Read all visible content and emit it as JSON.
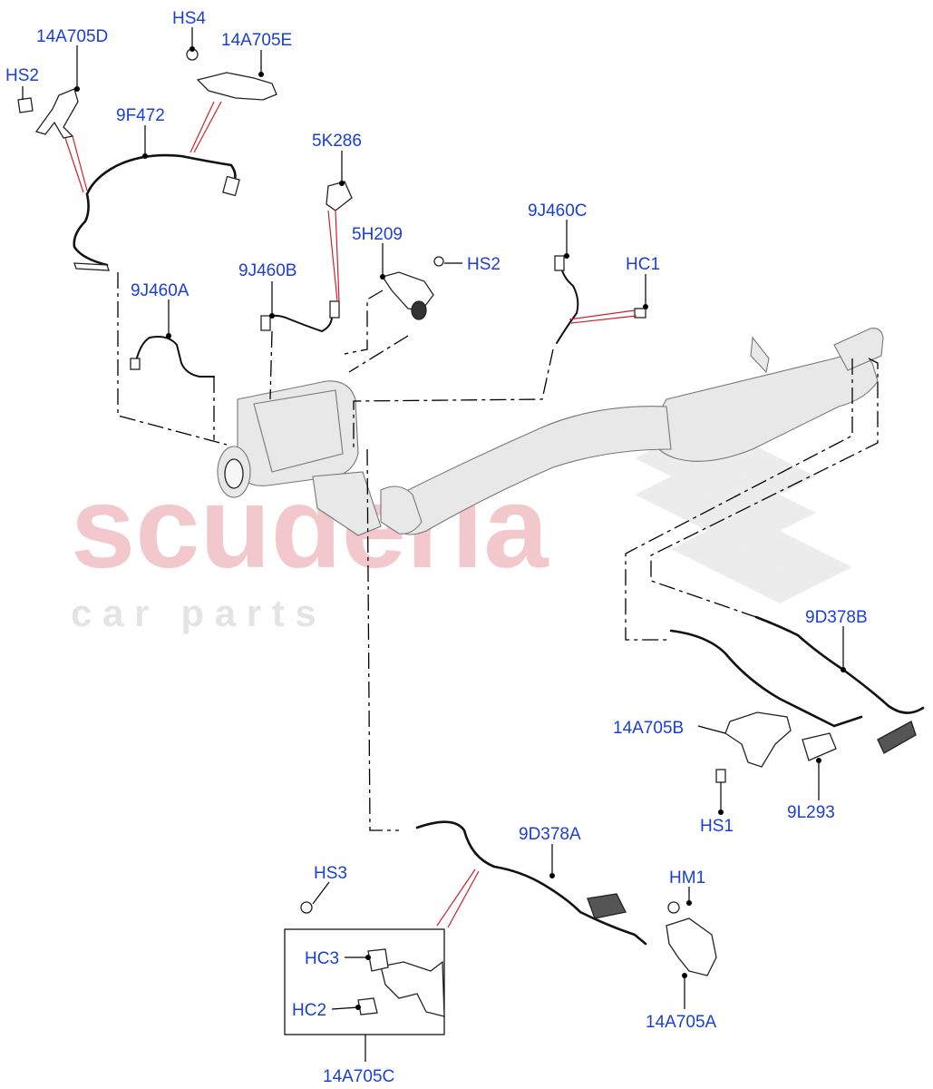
{
  "watermark": {
    "brand": "scuderia",
    "tagline": "c a r   p a r t s"
  },
  "callouts": {
    "c_14A705D": "14A705D",
    "c_HS4": "HS4",
    "c_14A705E": "14A705E",
    "c_HS2_top": "HS2",
    "c_9F472": "9F472",
    "c_5K286": "5K286",
    "c_9J460C": "9J460C",
    "c_5H209": "5H209",
    "c_HS2_mid": "HS2",
    "c_HC1": "HC1",
    "c_9J460B": "9J460B",
    "c_9J460A": "9J460A",
    "c_9D378B": "9D378B",
    "c_14A705B": "14A705B",
    "c_HS1": "HS1",
    "c_9L293": "9L293",
    "c_9D378A": "9D378A",
    "c_HS3": "HS3",
    "c_HM1": "HM1",
    "c_HC3": "HC3",
    "c_HC2": "HC2",
    "c_14A705A": "14A705A",
    "c_14A705C": "14A705C"
  }
}
